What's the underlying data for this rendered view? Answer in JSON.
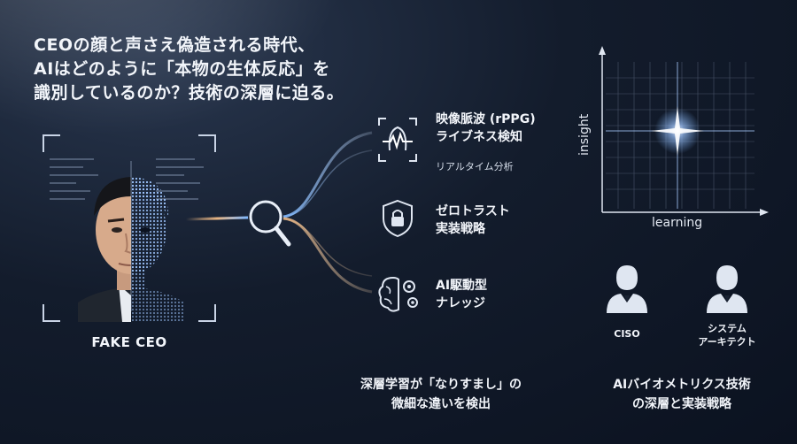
{
  "headline": {
    "line1": "CEOの顔と声さえ偽造される時代、",
    "line2": "AIはどのように「本物の生体反応」を",
    "line3": "識別しているのか？技術の深層に迫る。"
  },
  "face": {
    "label": "FAKE CEO"
  },
  "features": [
    {
      "icon": "heartbeat-face-icon",
      "title1": "映像脈波 (rPPG)",
      "title2": "ライブネス検知",
      "sub": "リアルタイム分析"
    },
    {
      "icon": "shield-lock-icon",
      "title1": "ゼロトラスト",
      "title2": "実装戦略"
    },
    {
      "icon": "brain-gear-icon",
      "title1": "AI駆動型",
      "title2": "ナレッジ"
    }
  ],
  "captions": {
    "middle_line1": "深層学習が「なりすまし」の",
    "middle_line2": "微細な違いを検出",
    "right_line1": "AIバイオメトリクス技術",
    "right_line2": "の深層と実装戦略"
  },
  "graph": {
    "xlabel": "learning",
    "ylabel": "insight"
  },
  "people": [
    {
      "label1": "CISO",
      "label2": ""
    },
    {
      "label1": "システム",
      "label2": "アーキテクト"
    }
  ],
  "colors": {
    "glow_blue": "#7fb8ff",
    "glow_warm": "#e6b483",
    "background": "#131c2c"
  }
}
